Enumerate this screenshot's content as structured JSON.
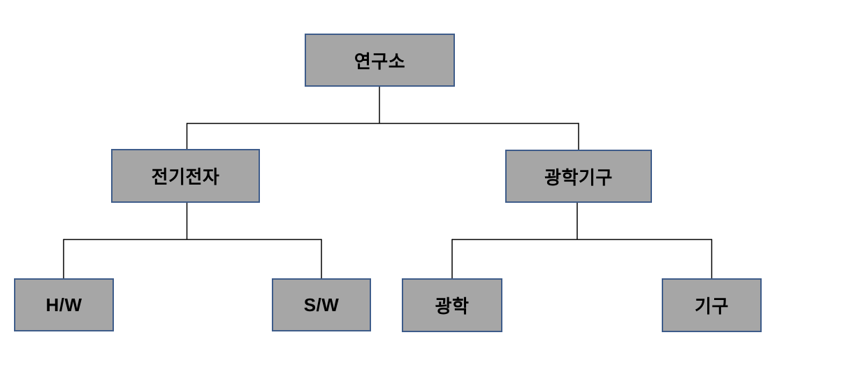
{
  "diagram": {
    "type": "org-chart",
    "tree": {
      "label": "연구소",
      "children": [
        {
          "label": "전기전자",
          "children": [
            {
              "label": "H/W"
            },
            {
              "label": "S/W"
            }
          ]
        },
        {
          "label": "광학기구",
          "children": [
            {
              "label": "광학"
            },
            {
              "label": "기구"
            }
          ]
        }
      ]
    },
    "colors": {
      "node_fill": "#a6a6a6",
      "node_border": "#3e5c8a",
      "connector": "#000000",
      "text": "#000000",
      "background": "#ffffff"
    }
  }
}
